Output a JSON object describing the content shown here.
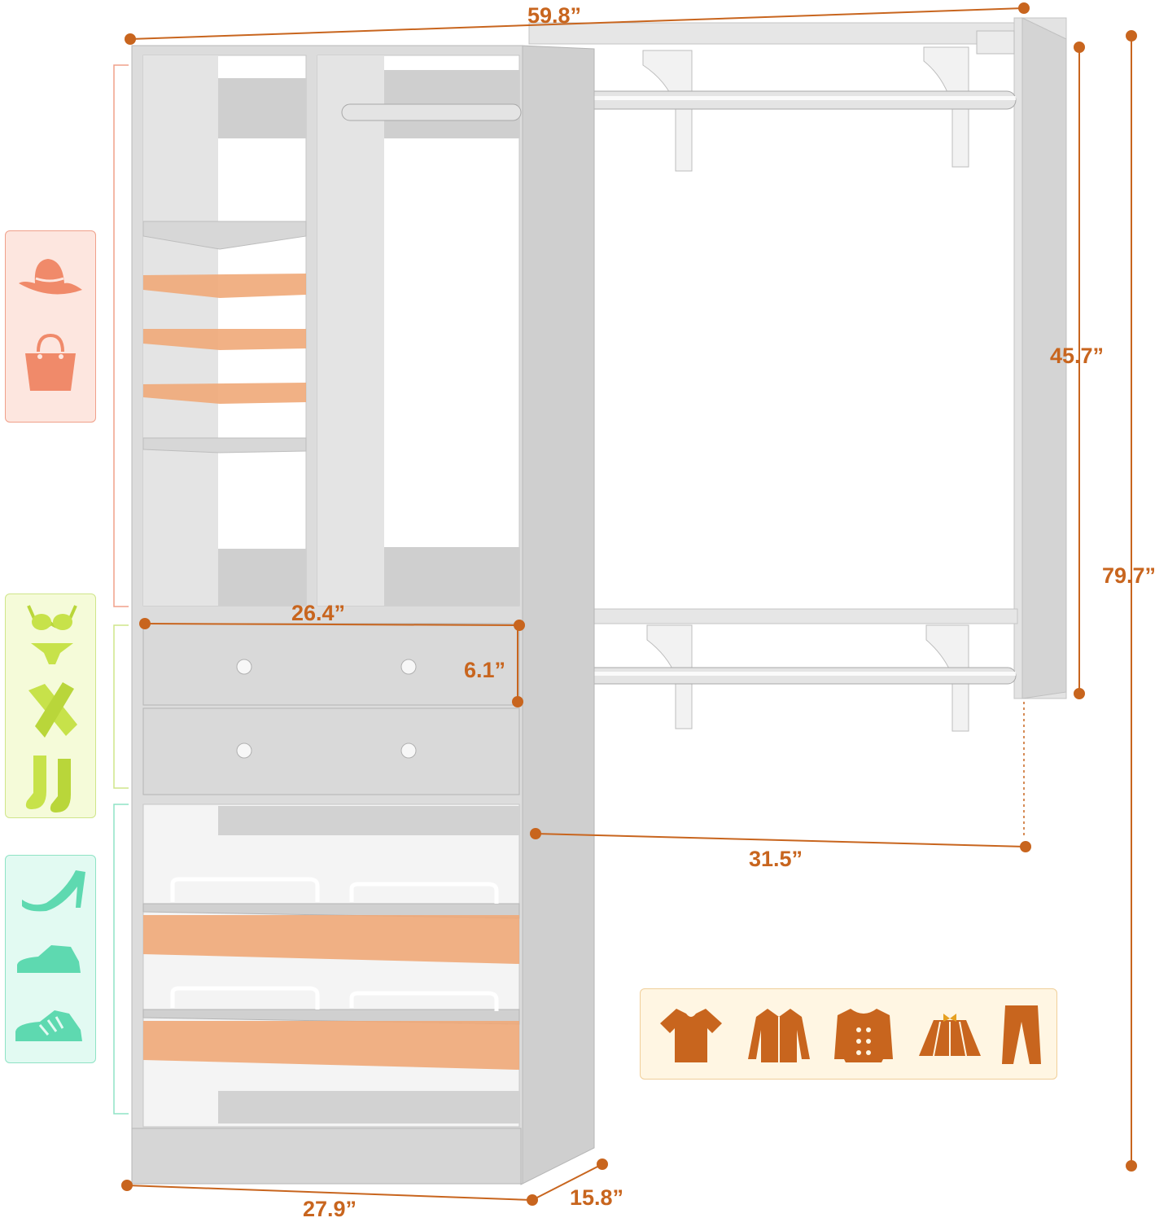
{
  "dimensions": {
    "overall_width": "59.8”",
    "overall_height": "79.7”",
    "hanging_section_height": "45.7”",
    "tower_width": "26.4”",
    "drawer_height": "6.1”",
    "rod_extension": "31.5”",
    "base_width": "27.9”",
    "depth": "15.8”"
  },
  "colors": {
    "dimension_accent": "#c8651e",
    "board": "#d9d9d9",
    "board_edge": "#bdbdbd",
    "highlight_shelf": "#f0a878",
    "panel_accessories_bg": "#fde6df",
    "panel_accessories_border": "#f0a08a",
    "panel_underwear_bg": "#f5fbd9",
    "panel_underwear_border": "#cfe58a",
    "panel_shoes_bg": "#e2faf2",
    "panel_shoes_border": "#8fe3c5",
    "panel_clothes_bg": "#fff6e3",
    "panel_clothes_border": "#f0cf9a"
  },
  "storage_icons": {
    "accessories": [
      "hat-icon",
      "handbag-icon"
    ],
    "underwear": [
      "bra-icon",
      "panties-icon",
      "scarf-icon",
      "socks-icon"
    ],
    "shoes": [
      "high-heel-icon",
      "dress-shoe-icon",
      "sneaker-icon"
    ],
    "hanging_clothes": [
      "tshirt-icon",
      "shirt-icon",
      "cardigan-icon",
      "skirt-icon",
      "pants-icon"
    ]
  }
}
